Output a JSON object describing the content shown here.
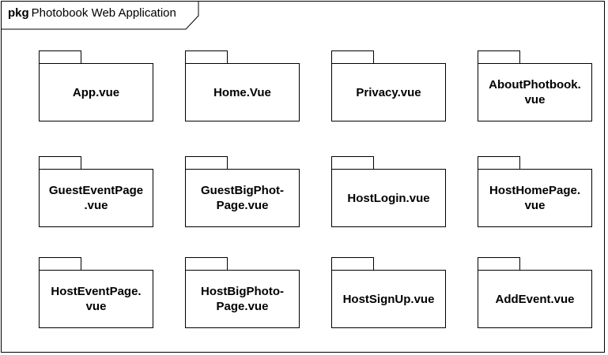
{
  "frame": {
    "keyword": "pkg",
    "title": "Photobook Web Application"
  },
  "packages": [
    {
      "label": "App.vue"
    },
    {
      "label": "Home.Vue"
    },
    {
      "label": "Privacy.vue"
    },
    {
      "label": "AboutPhotbook.\nvue"
    },
    {
      "label": "GuestEventPage\n.vue"
    },
    {
      "label": "GuestBigPhot-\nPage.vue"
    },
    {
      "label": "HostLogin.vue"
    },
    {
      "label": "HostHomePage.\nvue"
    },
    {
      "label": "HostEventPage.\nvue"
    },
    {
      "label": "HostBigPhoto-\nPage.vue"
    },
    {
      "label": "HostSignUp.vue"
    },
    {
      "label": "AddEvent.vue"
    }
  ]
}
